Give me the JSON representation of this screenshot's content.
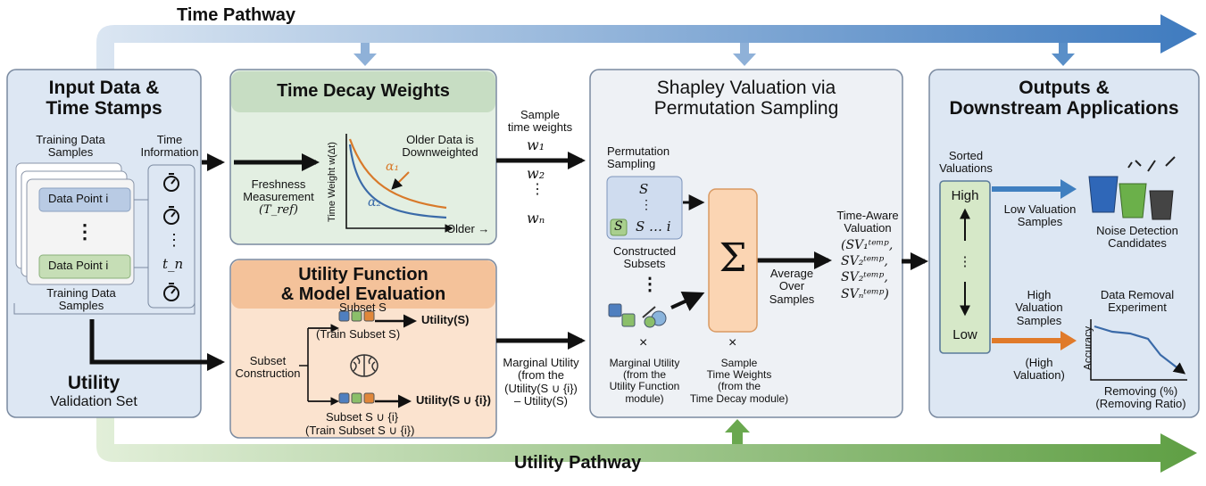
{
  "pathways": {
    "time": "Time Pathway",
    "utility": "Utility Pathway"
  },
  "panel1": {
    "title_l1": "Input Data &",
    "title_l2": "Time Stamps",
    "training_top_l1": "Training Data",
    "training_top_l2": "Samples",
    "time_info_l1": "Time",
    "time_info_l2": "Information",
    "data_point_i": "Data Point i",
    "ellipsis": "⋮",
    "t_n": "t_n",
    "training_bottom_l1": "Training Data",
    "training_bottom_l2": "Samples",
    "utility_title": "Utility",
    "utility_sub": "Validation Set"
  },
  "panel2": {
    "title": "Time Decay Weights",
    "freshness_l1": "Freshness",
    "freshness_l2": "Measurement",
    "freshness_l3": "(T_ref)",
    "y_axis": "Time Weight w(Δt)",
    "older_note_l1": "Older Data is",
    "older_note_l2": "Downweighted",
    "alpha1": "α₁",
    "alpha2": "α₂",
    "x_axis": "Older →"
  },
  "sample_weights": {
    "label_l1": "Sample",
    "label_l2": "time weights",
    "w1": "w₁",
    "w2": "w₂",
    "dots": "⋮",
    "wn": "wₙ"
  },
  "panel3": {
    "title_l1": "Utility Function",
    "title_l2": "& Model Evaluation",
    "subset_construction_l1": "Subset",
    "subset_construction_l2": "Construction",
    "subset_s": "Subset S",
    "train_subset_s": "(Train Subset S)",
    "utility_s": "Utility(S)",
    "subset_si": "Subset S ∪ {i}",
    "train_subset_si": "(Train Subset S ∪ {i})",
    "utility_si": "Utility(S ∪ {i})"
  },
  "marginal": {
    "l1": "Marginal Utility",
    "l2": "(from the",
    "l3": "(Utility(S ∪ {i})",
    "l4": "– Utility(S)"
  },
  "panel4": {
    "title_l1": "Shapley Valuation via",
    "title_l2": "Permutation Sampling",
    "perm_l1": "Permutation",
    "perm_l2": "Sampling",
    "perm_s": "S",
    "perm_dots": "⋮",
    "perm_s_badge": "S",
    "perm_s_i": "S … i",
    "constructed_l1": "Constructed",
    "constructed_l2": "Subsets",
    "vdots": "⋮",
    "sigma": "Σ",
    "avg_l1": "Average",
    "avg_l2": "Over",
    "avg_l3": "Samples",
    "times1": "×",
    "times2": "×",
    "mu_l1": "Marginal Utility",
    "mu_l2": "(from the",
    "mu_l3": "Utility Function",
    "mu_l4": "module)",
    "stw_l1": "Sample",
    "stw_l2": "Time Weights",
    "stw_l3": "(from the",
    "stw_l4": "Time Decay module)"
  },
  "time_aware": {
    "l1": "Time-Aware",
    "l2": "Valuation",
    "sv1": "(SV₁ᵗᵉᵐᵖ,",
    "sv2": "SV₂ᵗᵉᵐᵖ,",
    "sv3": "SV₂ᵗᵉᵐᵖ,",
    "svdots": "…",
    "svn": "SVₙᵗᵉᵐᵖ)"
  },
  "panel5": {
    "title_l1": "Outputs &",
    "title_l2": "Downstream Applications",
    "sorted_l1": "Sorted",
    "sorted_l2": "Valuations",
    "high": "High",
    "low": "Low",
    "dots": "⋮",
    "low_val_l1": "Low Valuation",
    "low_val_l2": "Samples",
    "noise_l1": "Noise Detection",
    "noise_l2": "Candidates",
    "high_val_l1": "High",
    "high_val_l2": "Valuation",
    "high_val_l3": "Samples",
    "high_val_note_l1": "(High",
    "high_val_note_l2": "Valuation)",
    "removal_l1": "Data Removal",
    "removal_l2": "Experiment",
    "accuracy": "Accuracy",
    "removing_l1": "Removing (%)",
    "removing_l2": "(Removing Ratio)"
  },
  "colors": {
    "blue_path": "#3f7fc0",
    "green_path": "#6aa84f",
    "orange": "#e07a2a",
    "panel_blue": "#dde7f3",
    "panel_green": "#e3efe2",
    "panel_orange": "#fbe3cf"
  }
}
